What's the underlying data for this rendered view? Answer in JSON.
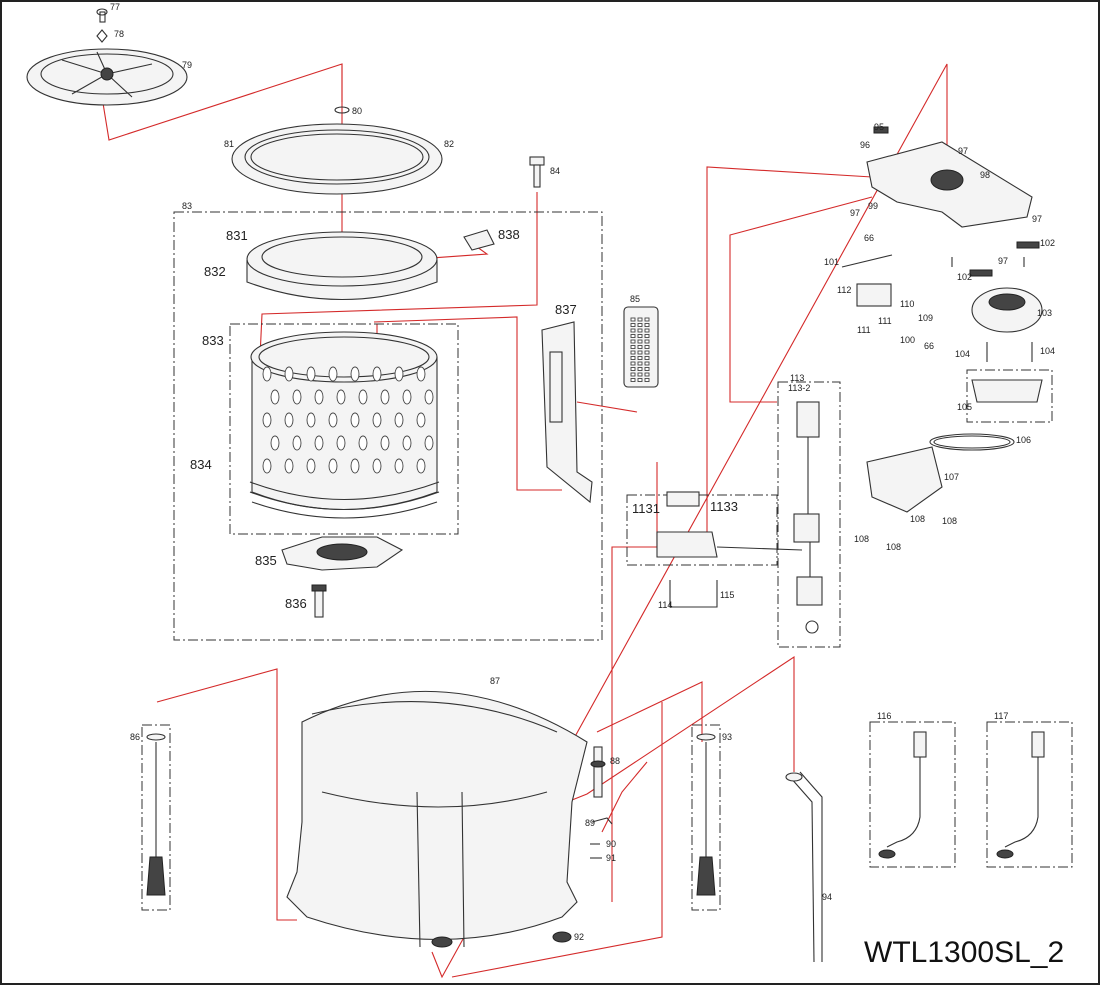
{
  "model_code": "WTL1300SL_2",
  "labels": {
    "p77": "77",
    "p78": "78",
    "p79": "79",
    "p80": "80",
    "p81": "81",
    "p82": "82",
    "p83": "83",
    "p831": "831",
    "p832": "832",
    "p833": "833",
    "p834": "834",
    "p835": "835",
    "p836": "836",
    "p837": "837",
    "p838": "838",
    "p84": "84",
    "p85": "85",
    "p86": "86",
    "p87": "87",
    "p88": "88",
    "p89": "89",
    "p90": "90",
    "p91": "91",
    "p92": "92",
    "p93": "93",
    "p94": "94",
    "p95": "95",
    "p96": "96",
    "p97": "97",
    "p98": "98",
    "p99": "99",
    "p66": "66",
    "p100": "100",
    "p101": "101",
    "p102": "102",
    "p103": "103",
    "p104": "104",
    "p105": "105",
    "p106": "106",
    "p107": "107",
    "p108": "108",
    "p109": "109",
    "p110": "110",
    "p111": "111",
    "p112": "112",
    "p113": "113",
    "p113_2": "113-2",
    "p1131": "1131",
    "p1133": "1133",
    "p114": "114",
    "p115": "115",
    "p116": "116",
    "p117": "117"
  },
  "colors": {
    "leader": "#d42a2a",
    "line": "#333333",
    "frame": "#222222"
  }
}
